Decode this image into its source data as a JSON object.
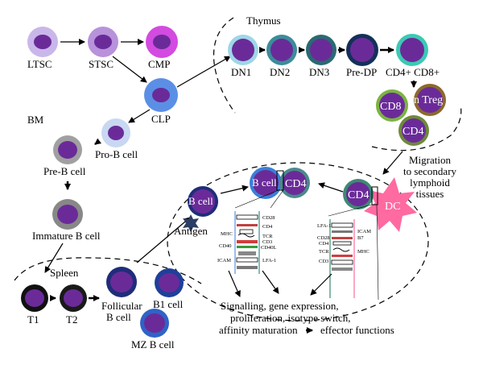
{
  "colors": {
    "nucleus": "#6a2b99",
    "nucleus_dark": "#4b1f7a",
    "lightpurple": "#c9b7ea",
    "mauve": "#b892db",
    "magenta": "#d34be0",
    "blue": "#5b8fe6",
    "paleblue": "#c8d7f2",
    "gray": "#9a9a9a",
    "black": "#111111",
    "navy": "#1f2d7a",
    "teal": "#40a6a6",
    "green": "#5ea05e",
    "olive": "#8c7a35",
    "pink": "#ff6a9e",
    "arrow": "#000000"
  },
  "regions": {
    "thymus": "Thymus",
    "bm": "BM",
    "spleen": "Spleen"
  },
  "cells": {
    "ltsc": "LTSC",
    "stsc": "STSC",
    "cmp": "CMP",
    "clp": "CLP",
    "dn1": "DN1",
    "dn2": "DN2",
    "dn3": "DN3",
    "predp": "Pre-DP",
    "cd4cd8": "CD4+ CD8+",
    "cd8": "CD8",
    "ntreg": "n Treg",
    "cd4_thymus": "CD4",
    "prob": "Pro-B cell",
    "preb": "Pre-B cell",
    "immatureb": "Immature B cell",
    "t1": "T1",
    "t2": "T2",
    "follicular_l1": "Follicular",
    "follicular_l2": "B cell",
    "b1": "B1 cell",
    "mzb": "MZ B cell",
    "bcell": "B cell",
    "antigen": "Antigen",
    "bcell_synapse": "B cell",
    "cd4_synapse": "CD4",
    "cd4_dc": "CD4",
    "dc": "DC"
  },
  "migration": [
    "Migration",
    "to secondary",
    "lymphoid",
    "tissues"
  ],
  "outcome": [
    "Signalling, gene expression,",
    "proliferation, isotype switch,",
    "affinity maturation"
  ],
  "outcome_tail": "effector functions",
  "receptors_left": {
    "cd28": "CD28",
    "cd4": "CD4",
    "mhc": "MHC",
    "tcr": "TCR",
    "cd3": "CD3",
    "cd40": "CD40",
    "cd40l": "CD40L",
    "icam": "ICAM",
    "lfa1": "LFA-1"
  },
  "receptors_right": {
    "lfa1": "LFA-1",
    "icam": "ICAM",
    "cd28": "CD28",
    "b7": "B7",
    "cd4": "CD4",
    "tcr": "TCR",
    "mhc": "MHC",
    "cd3": "CD3"
  }
}
